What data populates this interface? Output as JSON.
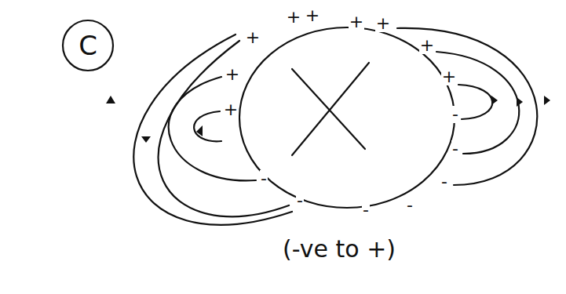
{
  "diagram": {
    "labels": [
      "C",
      "+",
      "+",
      "+",
      "+",
      "+",
      "+",
      "+",
      "+",
      "+",
      "-",
      "-",
      "-",
      "-",
      "-",
      "-",
      "-",
      "(-ve to +)"
    ]
  }
}
